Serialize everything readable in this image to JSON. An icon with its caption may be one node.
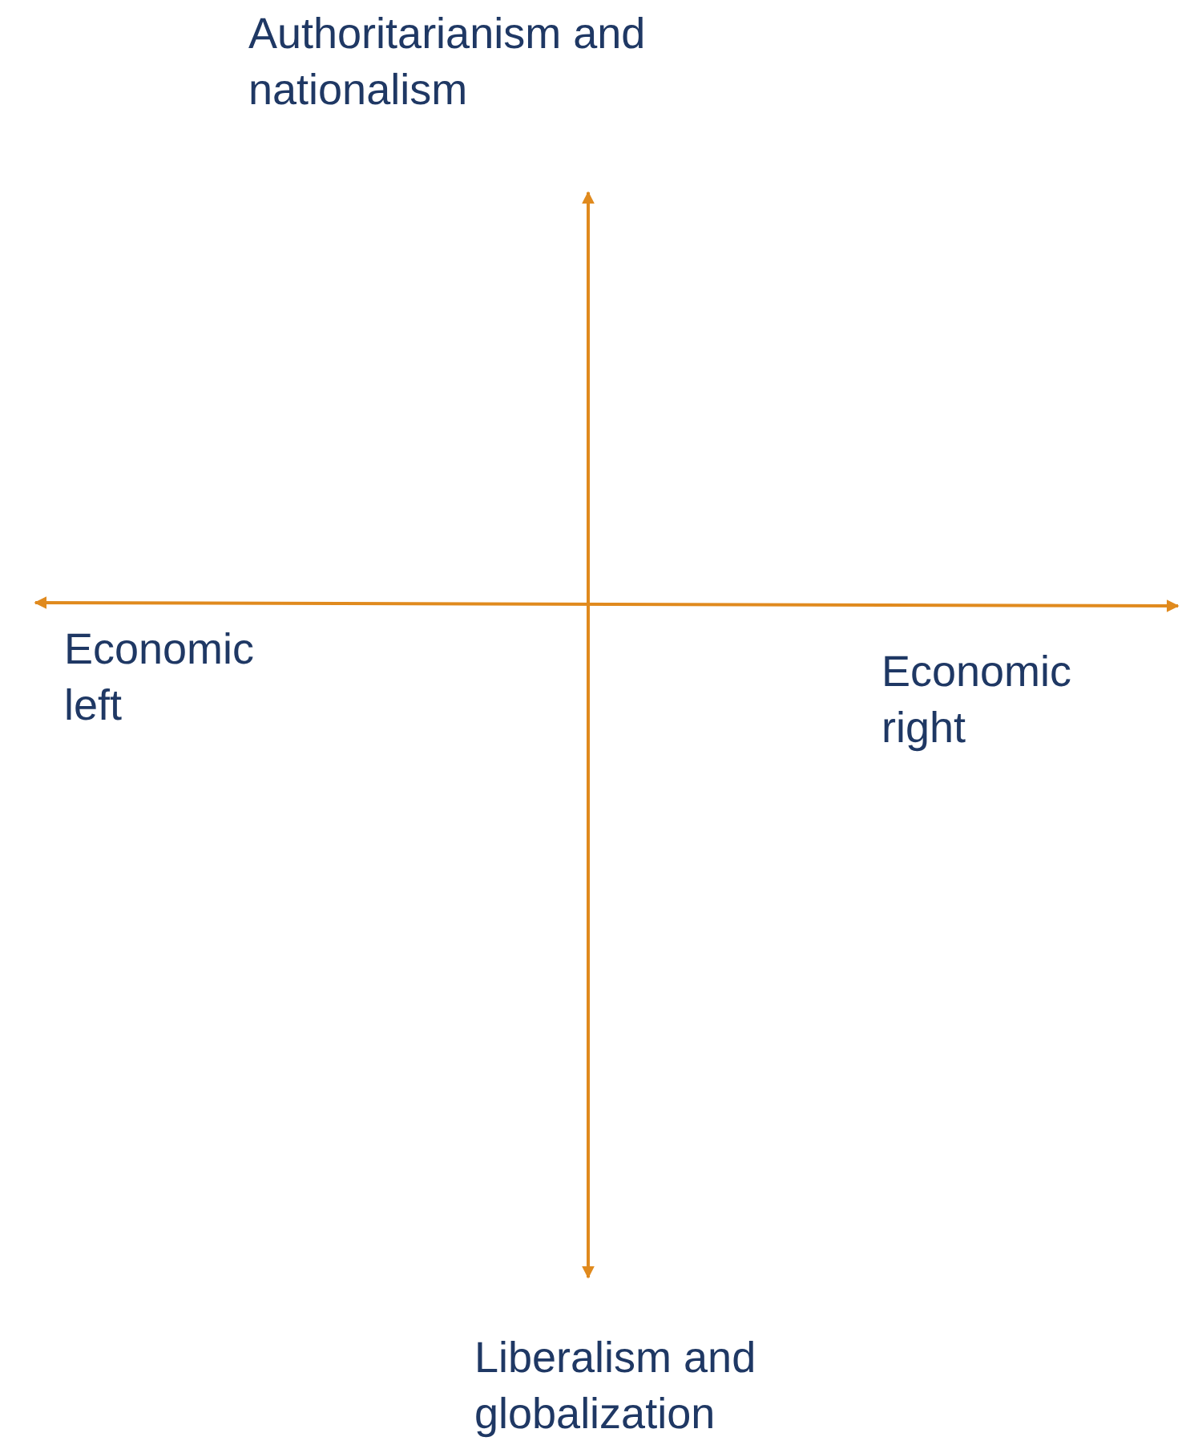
{
  "diagram": {
    "labels": [
      "Authoritarianism and nationalism",
      "Economic left",
      "Economic right",
      "Liberalism and globalization"
    ]
  }
}
